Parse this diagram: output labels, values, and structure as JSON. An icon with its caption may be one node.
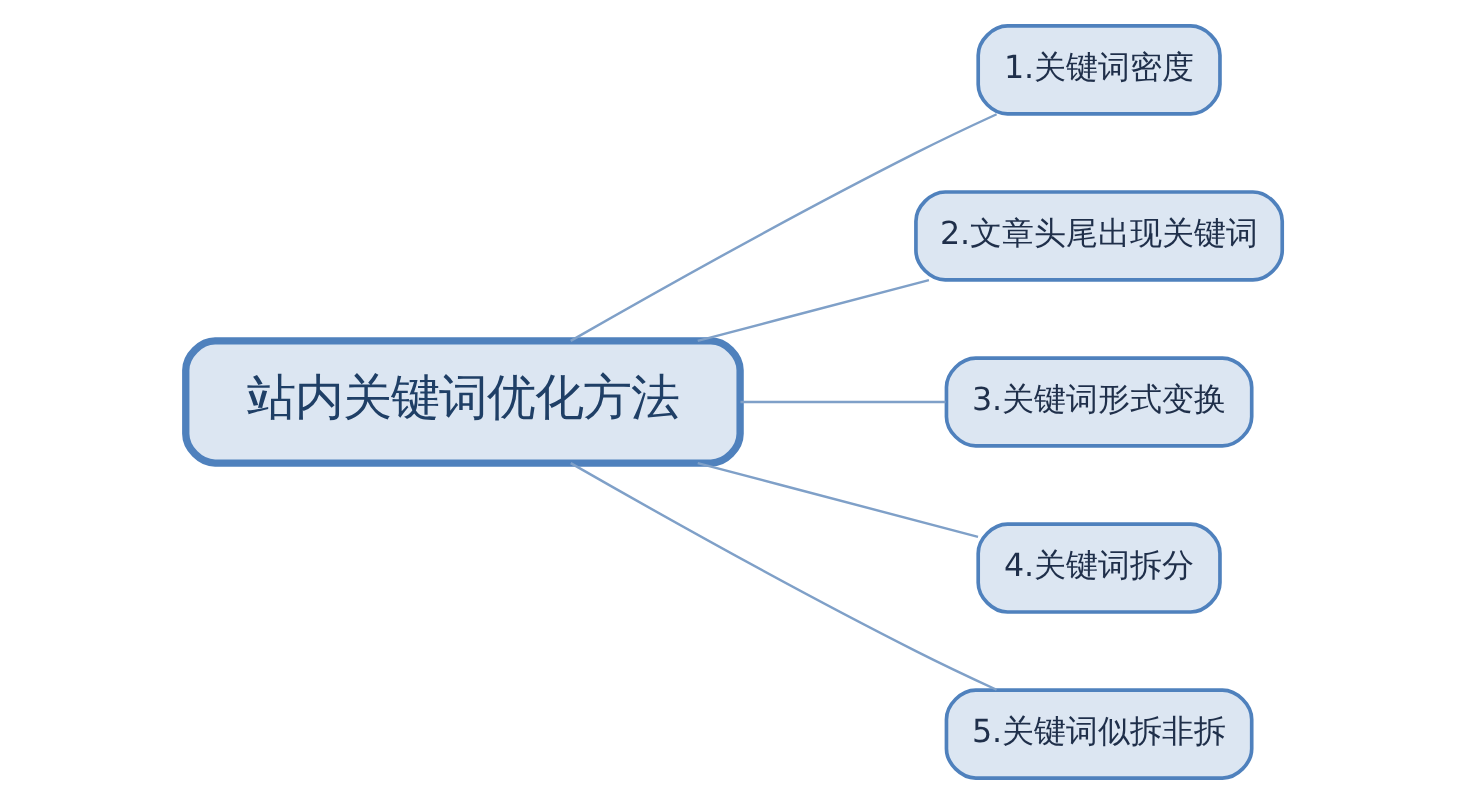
{
  "diagram": {
    "nodes": [
      {
        "text": [
          "站内关键词优化方法"
        ]
      },
      {
        "text": [
          "1.关键词密度"
        ]
      },
      {
        "text": [
          "2.文章头尾出现关键词"
        ]
      },
      {
        "text": [
          "3.关键词形式变换"
        ]
      },
      {
        "text": [
          "4.关键词拆分"
        ]
      },
      {
        "text": [
          "5.关键词似拆非拆"
        ]
      }
    ],
    "edges": [
      {
        "from": 0,
        "to": 1,
        "arrow": "none"
      },
      {
        "from": 0,
        "to": 2,
        "arrow": "none"
      },
      {
        "from": 0,
        "to": 3,
        "arrow": "none"
      },
      {
        "from": 0,
        "to": 4,
        "arrow": "none"
      },
      {
        "from": 0,
        "to": 5,
        "arrow": "none"
      }
    ]
  }
}
